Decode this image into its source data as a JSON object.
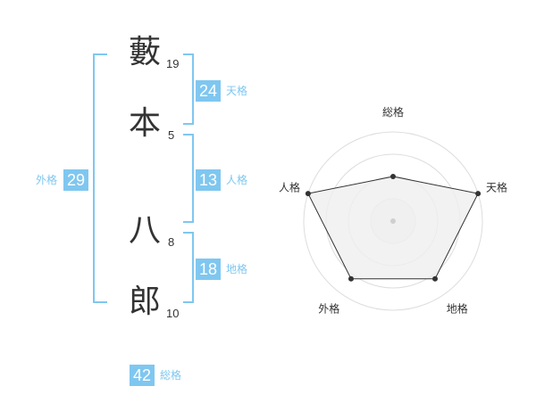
{
  "name": {
    "chars": [
      {
        "char": "藪",
        "strokes": "19"
      },
      {
        "char": "本",
        "strokes": "5"
      },
      {
        "char": "八",
        "strokes": "8"
      },
      {
        "char": "郎",
        "strokes": "10"
      }
    ]
  },
  "kaku": {
    "tenkaku": {
      "value": "24",
      "label": "天格"
    },
    "jinkaku": {
      "value": "13",
      "label": "人格"
    },
    "chikaku": {
      "value": "18",
      "label": "地格"
    },
    "gaikaku": {
      "value": "29",
      "label": "外格"
    },
    "soukaku": {
      "value": "42",
      "label": "総格"
    }
  },
  "colors": {
    "accent": "#7fc7f0",
    "text": "#333333",
    "radar_fill": "#efefef"
  },
  "chart_data": {
    "type": "radar",
    "axes": [
      "総格",
      "天格",
      "地格",
      "外格",
      "人格"
    ],
    "values": [
      0.5,
      1.0,
      0.8,
      0.8,
      1.0
    ],
    "rings": 4
  }
}
